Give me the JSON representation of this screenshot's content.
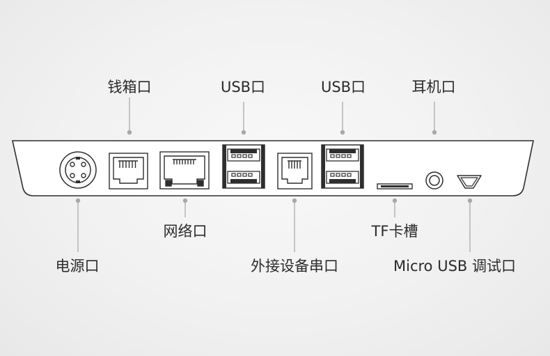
{
  "labels": {
    "cash_drawer_port": "钱箱口",
    "usb_port_1": "USB口",
    "usb_port_2": "USB口",
    "earphone_port": "耳机口",
    "network_port": "网络口",
    "tf_slot": "TF卡槽",
    "power_port": "电源口",
    "serial_port": "外接设备串口",
    "micro_usb_debug_port": "Micro USB 调试口"
  },
  "colors": {
    "background": "#f1f1f1",
    "panel_fill": "#ffffff",
    "outline": "#2e2e2e",
    "leader_line": "#b5b5b5",
    "leader_dot": "#a8a8a8",
    "text": "#2b2b2b"
  }
}
